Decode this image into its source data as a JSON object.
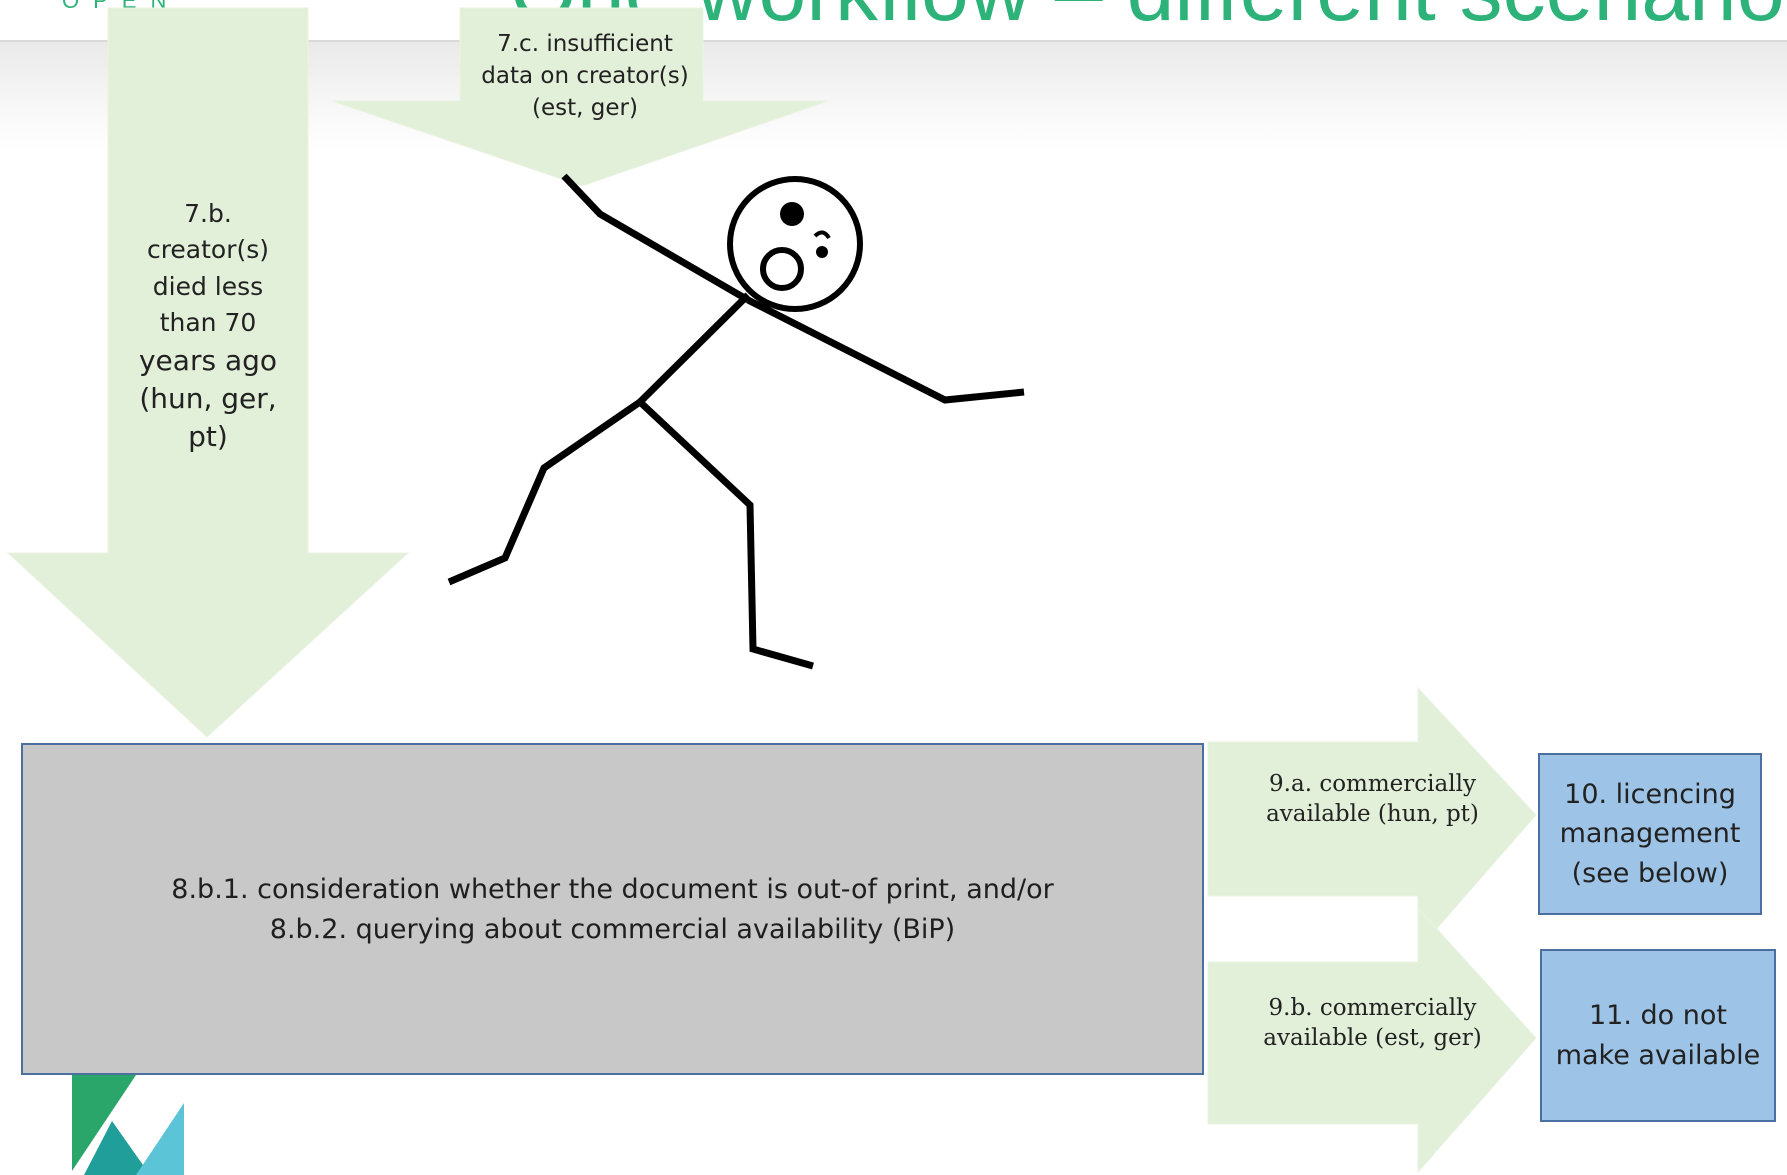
{
  "header": {
    "title_fragment": "One workflow – different scenarios",
    "brand": "OPEN"
  },
  "arrows": {
    "a7c": {
      "label": "7.c. insufficient data on creator(s) (est, ger)"
    },
    "a7b": {
      "label_lines": [
        "7.b.",
        "creator(s)",
        "died less",
        "than 70"
      ],
      "label_tail": [
        "years ago",
        "(hun, ger,",
        "pt)"
      ]
    },
    "a9a": {
      "line1": "9.a. commercially",
      "line2": "available (hun, pt)"
    },
    "a9b": {
      "line1": "9.b. commercially",
      "line2": "available (est, ger)"
    }
  },
  "main_box": {
    "line1": "8.b.1. consideration whether the document is out-of print, and/or",
    "line2": "8.b.2. querying about commercial availability (BiP)"
  },
  "outcomes": {
    "box10": {
      "line1": "10. licencing",
      "line2": "management",
      "line3": "(see below)"
    },
    "box11": {
      "line1": "11. do not",
      "line2": "make available"
    }
  },
  "colors": {
    "arrow_fill": "#e2efd9",
    "main_box_fill": "#c8c8c8",
    "outcome_fill": "#9dc3e6",
    "border": "#4a6fa0",
    "title_green": "#2db37a"
  }
}
